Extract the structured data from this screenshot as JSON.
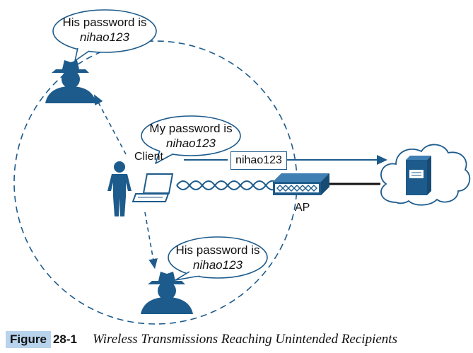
{
  "bubbles": {
    "top_attacker": {
      "line1": "His password is",
      "line2": "nihao123"
    },
    "client": {
      "line1": "My password is",
      "line2": "nihao123"
    },
    "bottom_attacker": {
      "line1": "His password is",
      "line2": "nihao123"
    }
  },
  "labels": {
    "client": "Client",
    "ap": "AP",
    "packet": "nihao123"
  },
  "caption": {
    "tag": "Figure",
    "number": "28-1",
    "title": "Wireless Transmissions Reaching Unintended Recipients"
  },
  "colors": {
    "accent": "#1d5b8c",
    "figure_tag_bg": "#b7d4ec"
  },
  "icons": [
    "attacker-icon",
    "person-icon",
    "laptop-icon",
    "access-point-icon",
    "cloud-icon",
    "server-icon"
  ]
}
